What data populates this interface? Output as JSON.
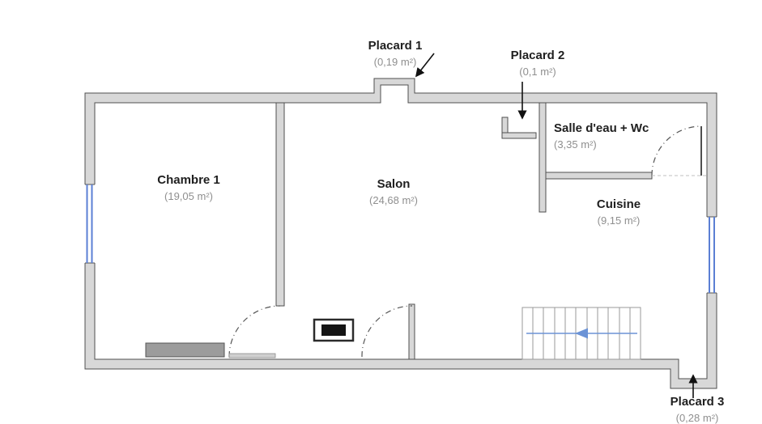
{
  "rooms": {
    "chambre1": {
      "name": "Chambre 1",
      "area": "(19,05 m²)"
    },
    "salon": {
      "name": "Salon",
      "area": "(24,68 m²)"
    },
    "salle_eau": {
      "name": "Salle d'eau + Wc",
      "area": "(3,35 m²)"
    },
    "cuisine": {
      "name": "Cuisine",
      "area": "(9,15 m²)"
    },
    "placard1": {
      "name": "Placard 1",
      "area": "(0,19 m²)"
    },
    "placard2": {
      "name": "Placard 2",
      "area": "(0,1 m²)"
    },
    "placard3": {
      "name": "Placard 3",
      "area": "(0,28 m²)"
    }
  },
  "colors": {
    "wall_fill": "#d8d8d8",
    "wall_stroke": "#4f4f4f",
    "window_blue": "#5b7fd4",
    "stairs_arrow_blue": "#6b93d6",
    "label_text": "#1f1f1f",
    "area_text": "#8f8f8f"
  }
}
